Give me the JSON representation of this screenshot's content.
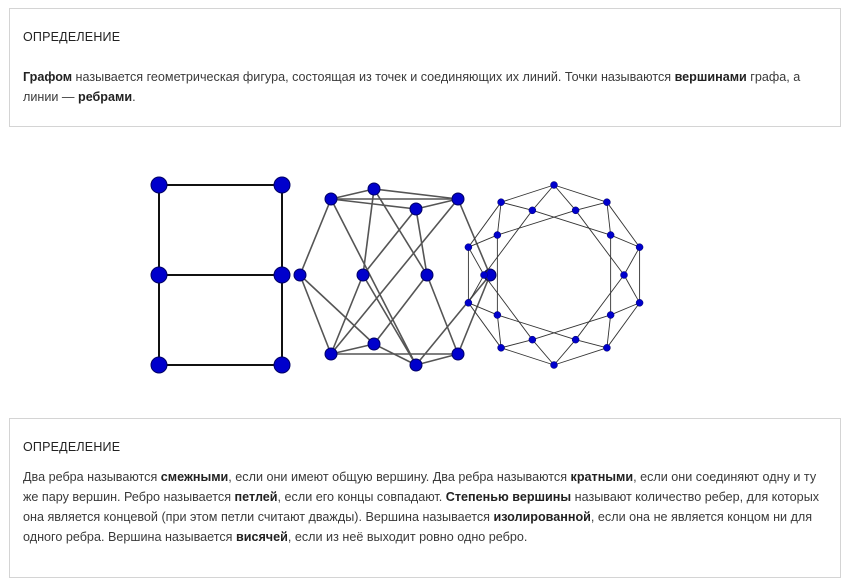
{
  "definition1": {
    "title": "ОПРЕДЕЛЕНИЕ",
    "parts": [
      {
        "b": true,
        "t": "Графом"
      },
      {
        "b": false,
        "t": " называется геометрическая фигура, состоящая из точек и соединяющих их линий. Точки называются "
      },
      {
        "b": true,
        "t": "вершинами"
      },
      {
        "b": false,
        "t": " графа, а линии — "
      },
      {
        "b": true,
        "t": "ребрами"
      },
      {
        "b": false,
        "t": "."
      }
    ]
  },
  "definition2": {
    "title": "ОПРЕДЕЛЕНИЕ",
    "parts": [
      {
        "b": false,
        "t": "Два ребра называются "
      },
      {
        "b": true,
        "t": "смежными"
      },
      {
        "b": false,
        "t": ", если они имеют общую вершину. Два ребра называются "
      },
      {
        "b": true,
        "t": "кратными"
      },
      {
        "b": false,
        "t": ", если они соединяют одну и ту же пару вершин. Ребро называется "
      },
      {
        "b": true,
        "t": "петлей"
      },
      {
        "b": false,
        "t": ", если его концы совпадают. "
      },
      {
        "b": true,
        "t": "Степенью вершины"
      },
      {
        "b": false,
        "t": " называют количество ребер, для которых она является концевой (при этом петли считают дважды). Вершина называется "
      },
      {
        "b": true,
        "t": "изолированной"
      },
      {
        "b": false,
        "t": ", если она не является концом ни для одного ребра. Вершина называется "
      },
      {
        "b": true,
        "t": "висячей"
      },
      {
        "b": false,
        "t": ", если из неё выходит ровно одно ребро."
      }
    ]
  },
  "colors": {
    "vertex": "#0000cc",
    "edge_graph1": "#111111",
    "edge_graph2": "#555555",
    "edge_graph3": "#333333",
    "box_border": "#d4d4d4"
  }
}
